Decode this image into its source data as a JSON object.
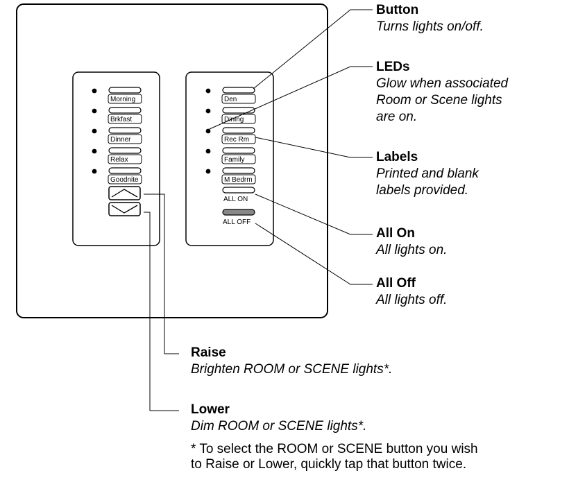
{
  "panel": {
    "left_buttons": [
      {
        "label": "Morning"
      },
      {
        "label": "Brkfast"
      },
      {
        "label": "Dinner"
      },
      {
        "label": "Relax"
      },
      {
        "label": "Goodnite"
      }
    ],
    "right_buttons": [
      {
        "label": "Den"
      },
      {
        "label": "Dining"
      },
      {
        "label": "Rec Rm"
      },
      {
        "label": "Family"
      },
      {
        "label": "M Bedrm"
      }
    ],
    "all_on_label": "ALL ON",
    "all_off_label": "ALL OFF",
    "all_off_color": "#888888"
  },
  "callouts": {
    "button": {
      "title": "Button",
      "desc": [
        "Turns lights on/off."
      ]
    },
    "leds": {
      "title": "LEDs",
      "desc": [
        "Glow when associated",
        "Room or Scene lights",
        "are on."
      ]
    },
    "labels": {
      "title": "Labels",
      "desc": [
        "Printed and blank",
        "labels provided."
      ]
    },
    "all_on": {
      "title": "All On",
      "desc": [
        "All lights on."
      ]
    },
    "all_off": {
      "title": "All Off",
      "desc": [
        "All lights off."
      ]
    },
    "raise": {
      "title": "Raise",
      "desc": [
        "Brighten ROOM or SCENE lights*."
      ]
    },
    "lower": {
      "title": "Lower",
      "desc": [
        "Dim ROOM or SCENE lights*."
      ]
    }
  },
  "footnote": "* To select the ROOM or SCENE button you wish to Raise or Lower, quickly tap that button twice."
}
